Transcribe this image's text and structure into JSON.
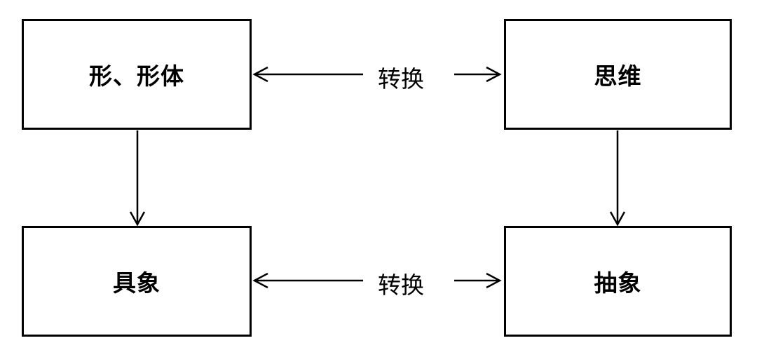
{
  "diagram": {
    "boxes": [
      {
        "label": "形、形体"
      },
      {
        "label": "思维"
      },
      {
        "label": "具象"
      },
      {
        "label": "抽象"
      }
    ],
    "connectors": [
      {
        "label": "转换",
        "type": "bidirectional-horizontal",
        "position": "top"
      },
      {
        "label": "转换",
        "type": "bidirectional-horizontal",
        "position": "bottom"
      },
      {
        "label": "",
        "type": "arrow-down",
        "position": "left"
      },
      {
        "label": "",
        "type": "arrow-down",
        "position": "right"
      }
    ],
    "colors": {
      "stroke": "#000000",
      "background": "#ffffff",
      "text": "#000000"
    }
  }
}
